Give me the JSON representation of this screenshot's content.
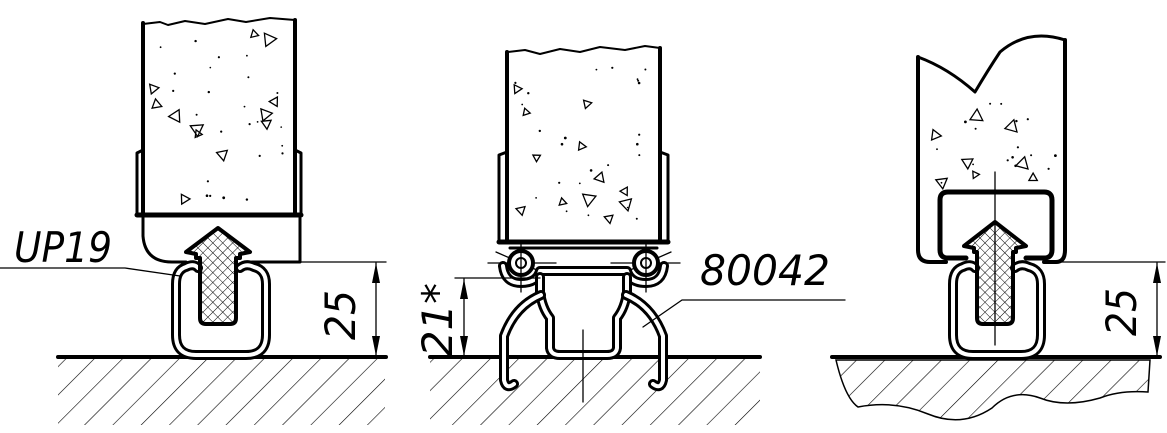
{
  "diagram": {
    "left": {
      "seal_label": "UP19",
      "dimension": "25"
    },
    "middle": {
      "dimension": "21*",
      "seal_label": "80042"
    },
    "right": {
      "dimension": "25"
    }
  },
  "colors": {
    "line": "#000000",
    "background": "#ffffff"
  }
}
